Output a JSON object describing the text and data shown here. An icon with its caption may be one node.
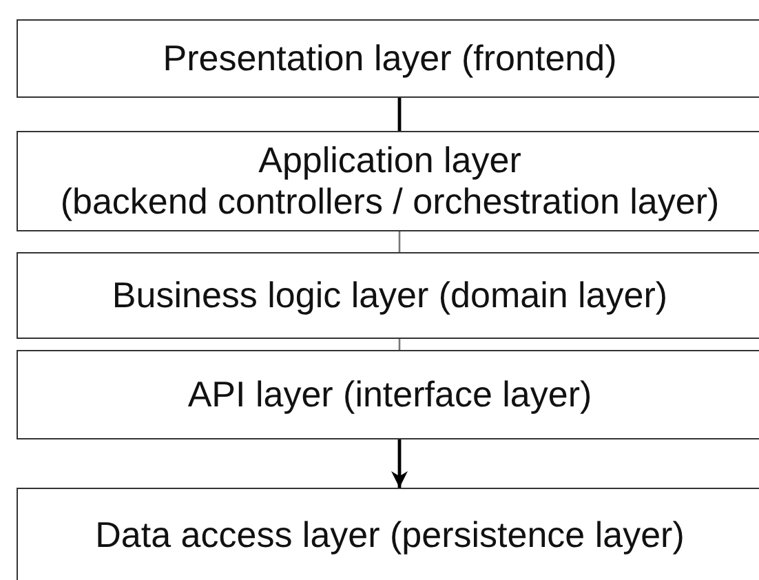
{
  "diagram": {
    "nodes": [
      {
        "text": [
          "Presentation layer (frontend)"
        ]
      },
      {
        "text": [
          "Application layer",
          "(backend controllers / orchestration layer)"
        ]
      },
      {
        "text": [
          "Business logic layer (domain layer)"
        ]
      },
      {
        "text": [
          "API layer (interface layer)"
        ]
      },
      {
        "text": [
          "Data access layer (persistence layer)"
        ]
      }
    ],
    "edges": [
      {
        "from": 0,
        "to": 1,
        "arrow": "none"
      },
      {
        "from": 1,
        "to": 2,
        "arrow": "none",
        "color": "#777777"
      },
      {
        "from": 2,
        "to": 3,
        "arrow": "none",
        "color": "#777777"
      },
      {
        "from": 3,
        "to": 4,
        "arrow": "to"
      }
    ]
  }
}
